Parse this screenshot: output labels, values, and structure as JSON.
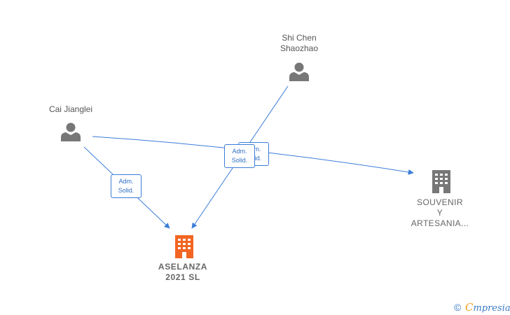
{
  "nodes": {
    "person_shi": {
      "line1": "Shi Chen",
      "line2": "Shaozhao"
    },
    "person_cai": {
      "name": "Cai Jianglei"
    },
    "company_main": {
      "line1": "ASELANZA",
      "line2": "2021  SL",
      "color": "#f26522"
    },
    "company_souvenir": {
      "line1": "SOUVENIR",
      "line2": "Y",
      "line3": "ARTESANIA...",
      "color": "#777777"
    }
  },
  "edges": {
    "cai_to_aselanza": {
      "line1": "Adm.",
      "line2": "Solid."
    },
    "shi_to_aselanza": {
      "line1": "Adm.",
      "line2": "Solid."
    },
    "cai_to_souvenir": {
      "line1": "Adm.",
      "line2": "Solid."
    }
  },
  "colors": {
    "edge": "#3b7dd8",
    "person": "#777777"
  },
  "brand": {
    "copyright": "©",
    "initial": "C",
    "rest": "mpresia"
  }
}
